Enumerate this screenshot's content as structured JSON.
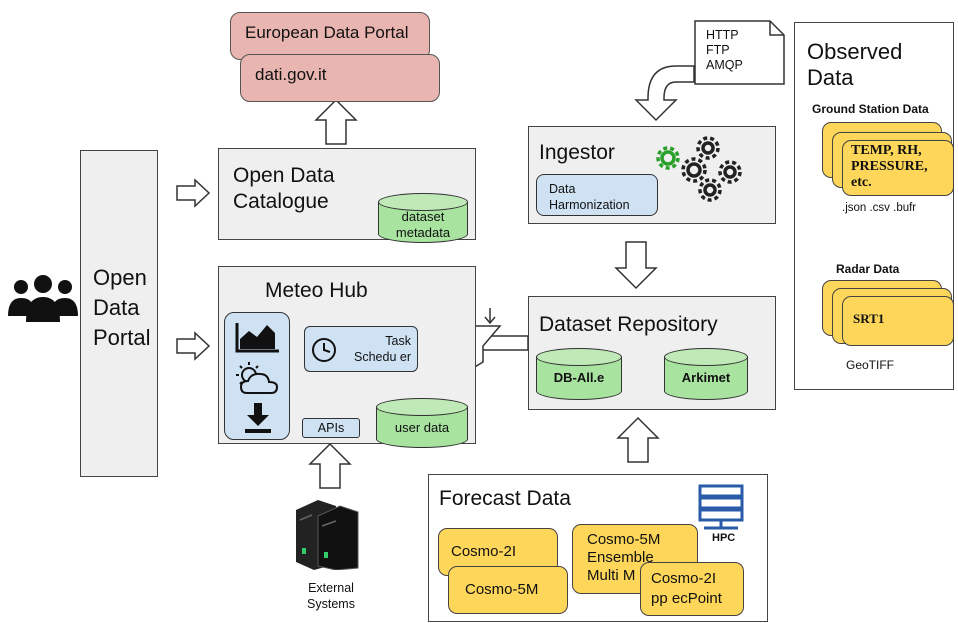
{
  "portal": {
    "label_1": "Open",
    "label_2": "Data",
    "label_3": "Portal"
  },
  "european_portal": "European Data Portal",
  "dati_gov": "dati.gov.it",
  "open_data_catalogue": {
    "line1": "Open Data",
    "line2": "Catalogue",
    "db_line1": "dataset",
    "db_line2": "metadata"
  },
  "meteo_hub": {
    "title": "Meteo Hub",
    "task_line1": "Task",
    "task_line2": "Schedu er",
    "apis": "APIs",
    "user_data": "user data"
  },
  "external_systems": {
    "line1": "External",
    "line2": "Systems"
  },
  "protocols": {
    "line1": "HTTP",
    "line2": "FTP",
    "line3": "AMQP"
  },
  "ingestor": {
    "title": "Ingestor",
    "harm_line1": "Data",
    "harm_line2": "Harmonization"
  },
  "dataset_repository": {
    "title": "Dataset Repository",
    "db1": "DB-All.e",
    "db2": "Arkimet"
  },
  "observed": {
    "title_line1": "Observed",
    "title_line2": "Data",
    "ground_title": "Ground Station Data",
    "ground_line1": "TEMP, RH,",
    "ground_line2": "PRESSURE,",
    "ground_line3": "etc.",
    "ground_formats": ".json .csv .bufr",
    "radar_title": "Radar Data",
    "radar_label": "SRT1",
    "radar_format": "GeoTIFF"
  },
  "forecast": {
    "title": "Forecast Data",
    "hpc": "HPC",
    "m1": "Cosmo-2I",
    "m2": "Cosmo-5M",
    "m3_line1": "Cosmo-5M",
    "m3_line2": "Ensemble",
    "m3_line3": "Multi M",
    "m4_line1": "Cosmo-2I",
    "m4_line2": "pp ecPoint"
  },
  "colors": {
    "pink": "#e8b5b0",
    "green_db": "#a8e3a0",
    "light_blue": "#cfe2f3",
    "yellow": "#fdd65a",
    "gear_green": "#2aa02a"
  }
}
